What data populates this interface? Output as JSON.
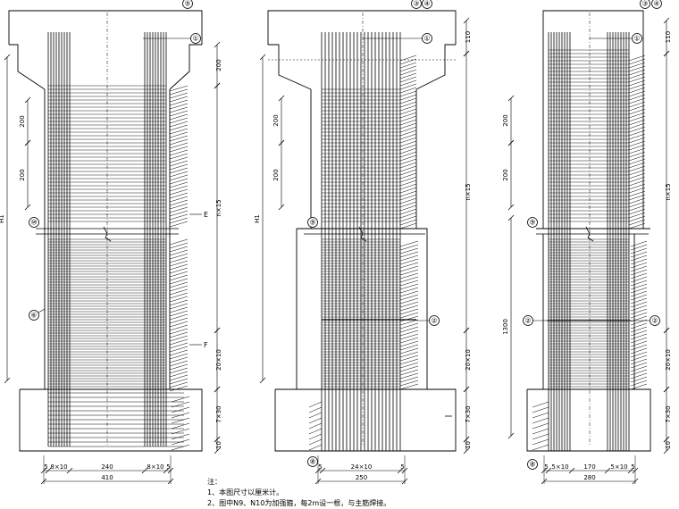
{
  "drawing": {
    "left": {
      "callouts": [
        "⑤",
        "①",
        "⑩",
        "⑥"
      ],
      "section_marks": [
        "E",
        "F"
      ],
      "dims_right": [
        "200",
        "n×15",
        "20×10",
        "7×30",
        "10"
      ],
      "dims_left": [
        "H1",
        "200",
        "200"
      ],
      "dims_bottom_row1": [
        "5",
        "8×10",
        "240",
        "8×10",
        "5"
      ],
      "dims_bottom_row2": [
        "410"
      ]
    },
    "middle": {
      "callouts": [
        "③",
        "④",
        "①",
        "⑨",
        "②",
        "⑧"
      ],
      "dims_right": [
        "110",
        "n×15",
        "20×10",
        "7×30",
        "10"
      ],
      "dims_left": [
        "H1",
        "200",
        "200"
      ],
      "dims_bottom_row1": [
        "5",
        "24×10",
        "5"
      ],
      "dims_bottom_row2": [
        "250"
      ]
    },
    "right": {
      "callouts": [
        "③",
        "④",
        "①",
        "⑨",
        "②",
        "②",
        "⑧"
      ],
      "dims_right": [
        "110",
        "n×15",
        "20×10",
        "7×30",
        "10"
      ],
      "dims_left": [
        "200",
        "200",
        "1300"
      ],
      "dims_bottom_row1": [
        "5",
        "5×10",
        "170",
        "5×10",
        "5"
      ],
      "dims_bottom_row2": [
        "280"
      ]
    }
  },
  "notes": {
    "heading": "注：",
    "items": [
      "1、本图尺寸以厘米计。",
      "2、图中N9、N10为加强箍，每2m设一根，与主筋焊接。"
    ]
  }
}
